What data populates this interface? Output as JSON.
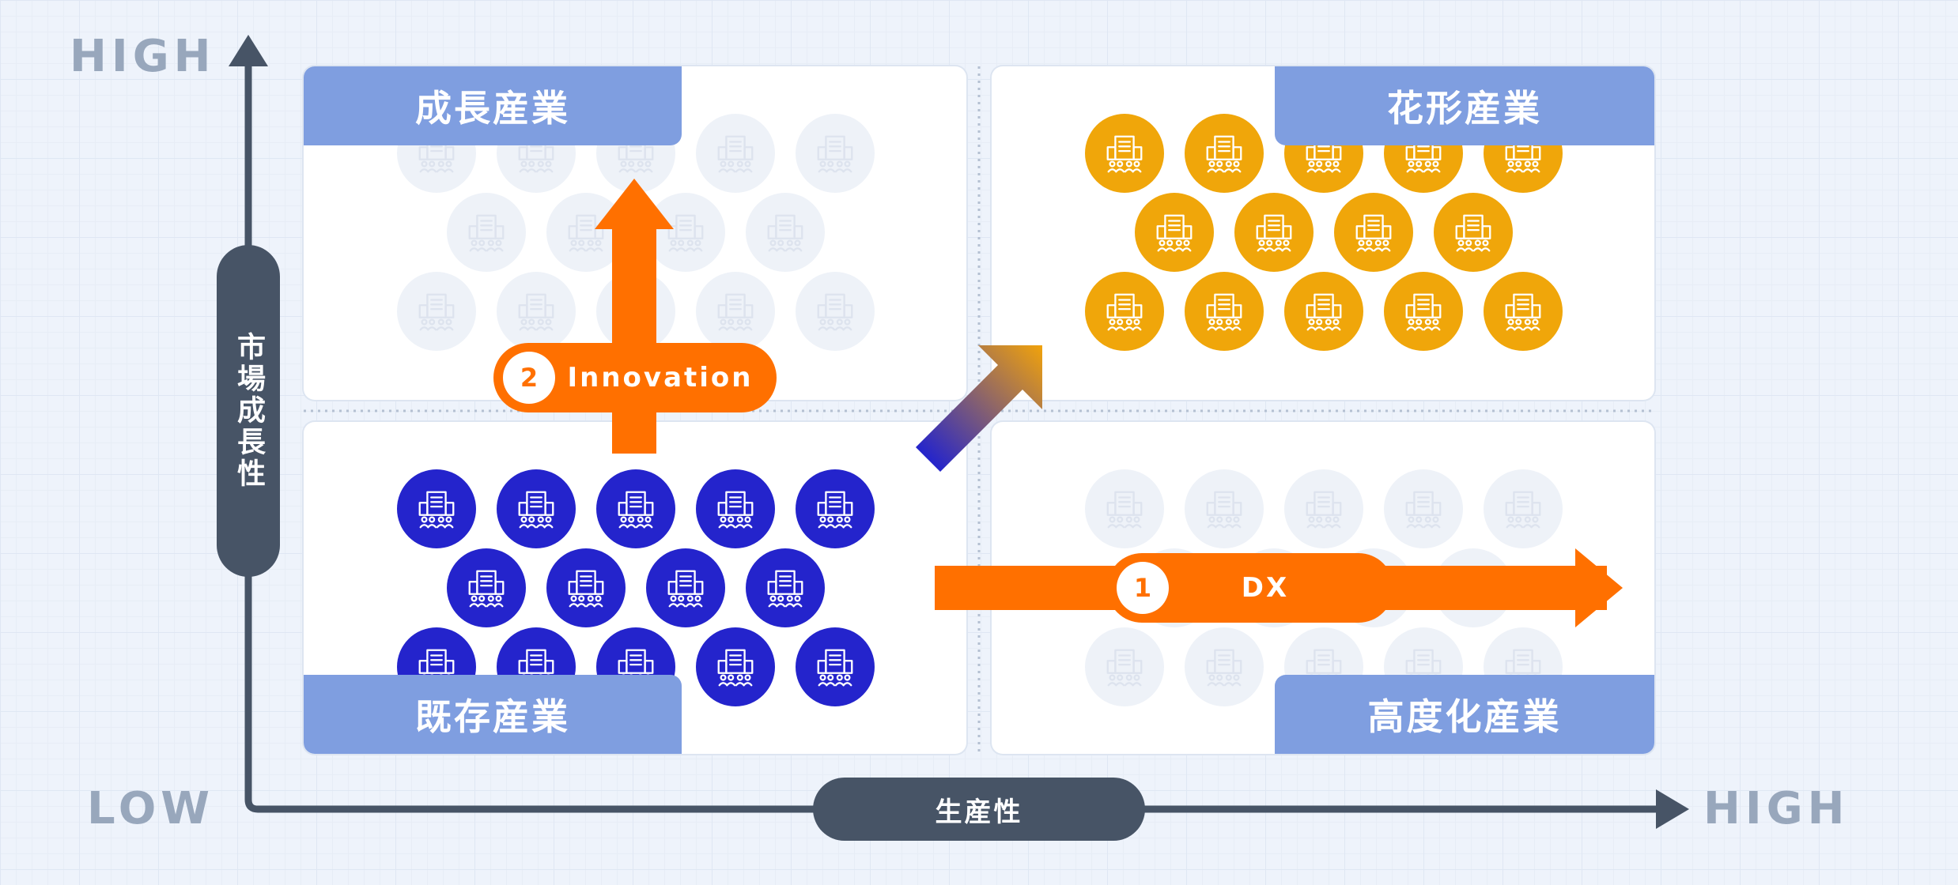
{
  "axes": {
    "y_high": "HIGH",
    "x_low": "LOW",
    "x_high": "HIGH",
    "y_label": "市場成長性",
    "x_label": "生産性"
  },
  "quadrants": {
    "top_left": "成長産業",
    "top_right": "花形産業",
    "bottom_left": "既存産業",
    "bottom_right": "高度化産業"
  },
  "arrows": {
    "innovation": {
      "number": "2",
      "label": "Innovation"
    },
    "dx": {
      "number": "1",
      "label": "DX"
    }
  },
  "colors": {
    "orange": "#ff7000",
    "blue": "#2424cc",
    "gold": "#f0a60a",
    "label_bg": "#7f9ee0",
    "axis": "#475466"
  },
  "icons": {
    "circle_icon": "company-building-people-icon"
  }
}
